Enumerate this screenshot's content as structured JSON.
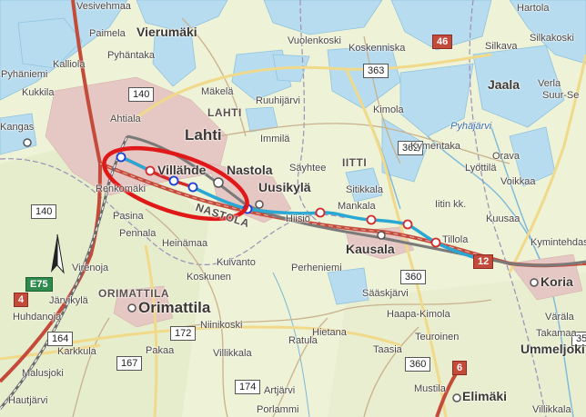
{
  "map": {
    "places_large": [
      {
        "name": "Lahti",
        "id": "lahti"
      },
      {
        "name": "Nastola",
        "id": "nastola"
      },
      {
        "name": "Uusikylä",
        "id": "uusikyla"
      },
      {
        "name": "Kausala",
        "id": "kausala"
      },
      {
        "name": "Orimattila",
        "id": "orimattila"
      },
      {
        "name": "Koria",
        "id": "koria"
      },
      {
        "name": "Elimäki",
        "id": "elimaki"
      },
      {
        "name": "Jaala",
        "id": "jaala"
      },
      {
        "name": "Villähde",
        "id": "villahde"
      },
      {
        "name": "Ummeljoki",
        "id": "ummeljoki"
      }
    ],
    "places_small": [
      "Vesivehmaa",
      "Paimela",
      "Vierumäki",
      "Pyhäntaka",
      "Kalliola",
      "Pyhäniemi",
      "Kukkila",
      "Mäkelä",
      "Ruuhijärvi",
      "Vuolenkoski",
      "Koskenniska",
      "Hartola",
      "Silkava",
      "Silkakoski",
      "Verla",
      "Suur-Se",
      "Kimola",
      "Kymentaka",
      "Orava",
      "Lyöttilä",
      "Voikkaa",
      "Ahtiala",
      "Immilä",
      "Säyhtee",
      "Sitikkala",
      "Mankala",
      "Iitin kk.",
      "Kuusaa",
      "Kymintehdas",
      "Tillola",
      "Hiisiö",
      "Renkomäki",
      "Pasina",
      "Pennala",
      "Heinämaa",
      "Kuivanto",
      "Virenoja",
      "Koskunen",
      "Perheniemi",
      "Järvikylä",
      "Huhdanoja",
      "Niinikoski",
      "Hietana",
      "Ratula",
      "Villikkala",
      "Pakaa",
      "Karkkula",
      "Malusjoki",
      "Artjärvi",
      "Porlammi",
      "Hautjärvi",
      "Sääskjärvi",
      "Haapa-Kimola",
      "Teuroinen",
      "Taasia",
      "Mustila",
      "Väräla",
      "Takamaa",
      "Villikkala",
      "Kangas"
    ],
    "regions": [
      "LAHTI",
      "IITTI",
      "ORIMATTILA",
      "NASTOLA"
    ],
    "water": [
      "Pyhäjärvi"
    ],
    "roads": [
      "140",
      "140",
      "363",
      "362",
      "46",
      "164",
      "167",
      "172",
      "174",
      "360",
      "360",
      "12",
      "4",
      "E75",
      "6",
      "35"
    ],
    "colors": {
      "water": "#b8dcef",
      "land": "#eef2d6",
      "urban": "#e5c7c3",
      "road_main": "#c44a3a",
      "rail_new": "#2aa8d4",
      "rail_existing": "#d32a2a",
      "highlight_ellipse": "#e01818"
    },
    "icons": [
      "north-arrow-icon",
      "station-marker-icon"
    ]
  }
}
